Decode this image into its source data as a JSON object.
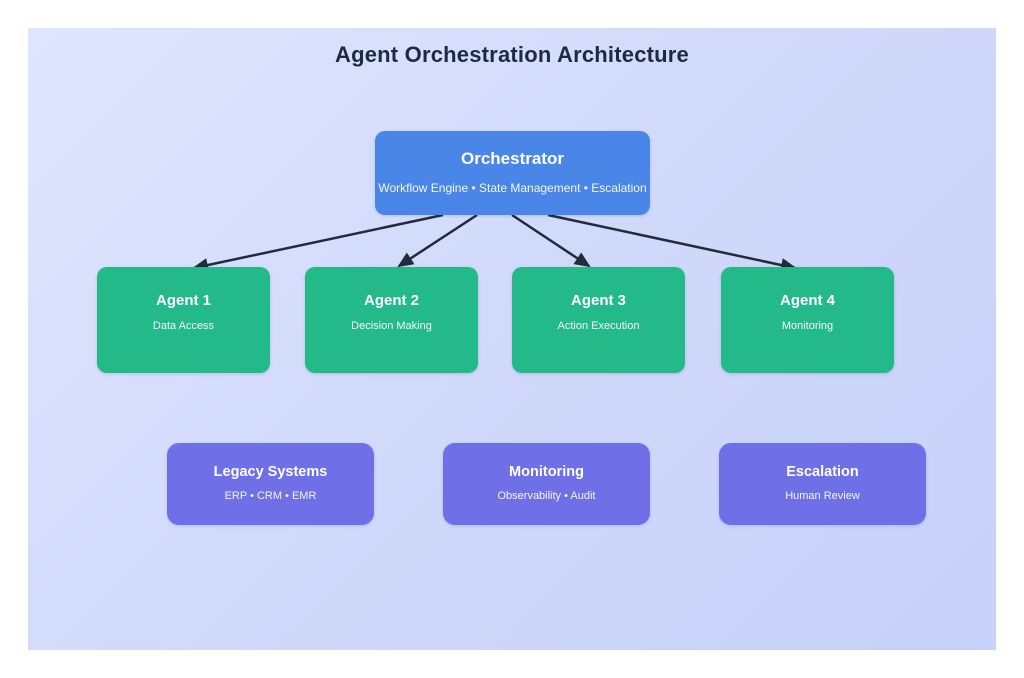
{
  "diagram": {
    "title": "Agent Orchestration Architecture",
    "orchestrator": {
      "title": "Orchestrator",
      "subtitle": "Workflow Engine • State Management • Escalation"
    },
    "agents": [
      {
        "title": "Agent 1",
        "subtitle": "Data Access"
      },
      {
        "title": "Agent 2",
        "subtitle": "Decision Making"
      },
      {
        "title": "Agent 3",
        "subtitle": "Action Execution"
      },
      {
        "title": "Agent 4",
        "subtitle": "Monitoring"
      }
    ],
    "systems": [
      {
        "title": "Legacy Systems",
        "subtitle": "ERP • CRM • EMR"
      },
      {
        "title": "Monitoring",
        "subtitle": "Observability • Audit"
      },
      {
        "title": "Escalation",
        "subtitle": "Human Review"
      }
    ],
    "connections": [
      {
        "from": "Orchestrator",
        "to": "Agent 1"
      },
      {
        "from": "Orchestrator",
        "to": "Agent 2"
      },
      {
        "from": "Orchestrator",
        "to": "Agent 3"
      },
      {
        "from": "Orchestrator",
        "to": "Agent 4"
      }
    ],
    "colors": {
      "orchestrator_fill": "#4a86e8",
      "agent_fill": "#24b988",
      "system_fill": "#6f70e8",
      "arrow": "#212b3b",
      "heading_text": "#1d2a44",
      "panel_gradient_start": "#e0e6fd",
      "panel_gradient_end": "#c7d1f9"
    }
  }
}
